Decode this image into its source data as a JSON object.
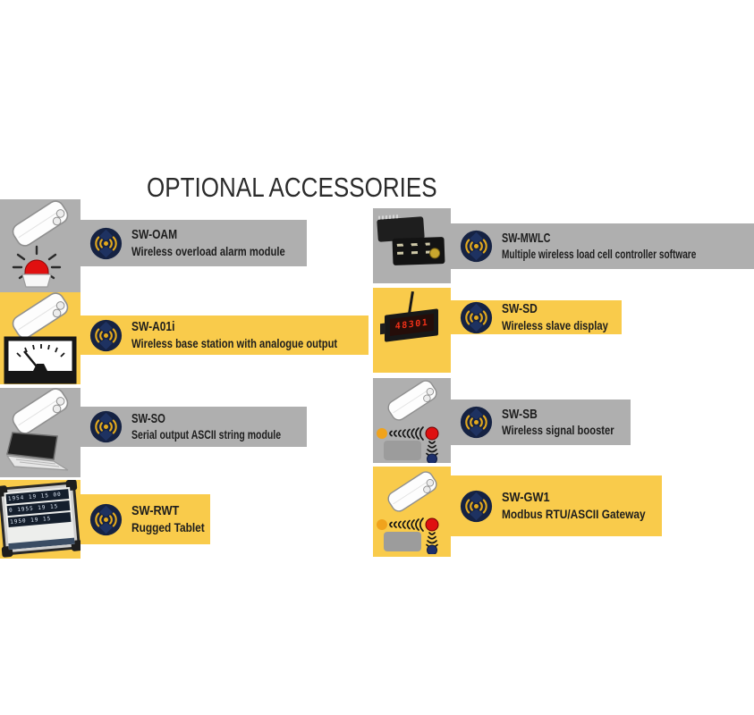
{
  "title": "OPTIONAL ACCESSORIES",
  "items": [
    {
      "code": "SW-OAM",
      "description": "Wireless overload alarm module",
      "variant": "gray"
    },
    {
      "code": "SW-A01i",
      "description": "Wireless base station with analogue output",
      "variant": "yellow"
    },
    {
      "code": "SW-SO",
      "description": "Serial output ASCII string module",
      "variant": "gray"
    },
    {
      "code": "SW-RWT",
      "description": "Rugged Tablet",
      "variant": "yellow"
    },
    {
      "code": "SW-MWLC",
      "description": "Multiple wireless load cell controller software",
      "variant": "gray"
    },
    {
      "code": "SW-SD",
      "description": "Wireless slave display",
      "variant": "yellow"
    },
    {
      "code": "SW-SB",
      "description": "Wireless signal booster",
      "variant": "gray"
    },
    {
      "code": "SW-GW1",
      "description": "Modbus RTU/ASCII Gateway",
      "variant": "yellow"
    }
  ],
  "colors": {
    "accent_yellow": "#f9cb4b",
    "panel_gray": "#afafaf",
    "icon_navy": "#152243",
    "icon_gold": "#e2a91e",
    "alarm_red": "#e01010",
    "dot_orange": "#f0a31d",
    "dot_blue": "#1d2f6b",
    "text": "#1d1d1d"
  },
  "icons": {
    "wireless_label": "wireless-signal"
  },
  "illustrations": {
    "slave_display_readout": "48301",
    "tablet_rows": [
      "1954 19 15  00",
      "0 1955 19 15",
      "1950 19 15"
    ]
  }
}
